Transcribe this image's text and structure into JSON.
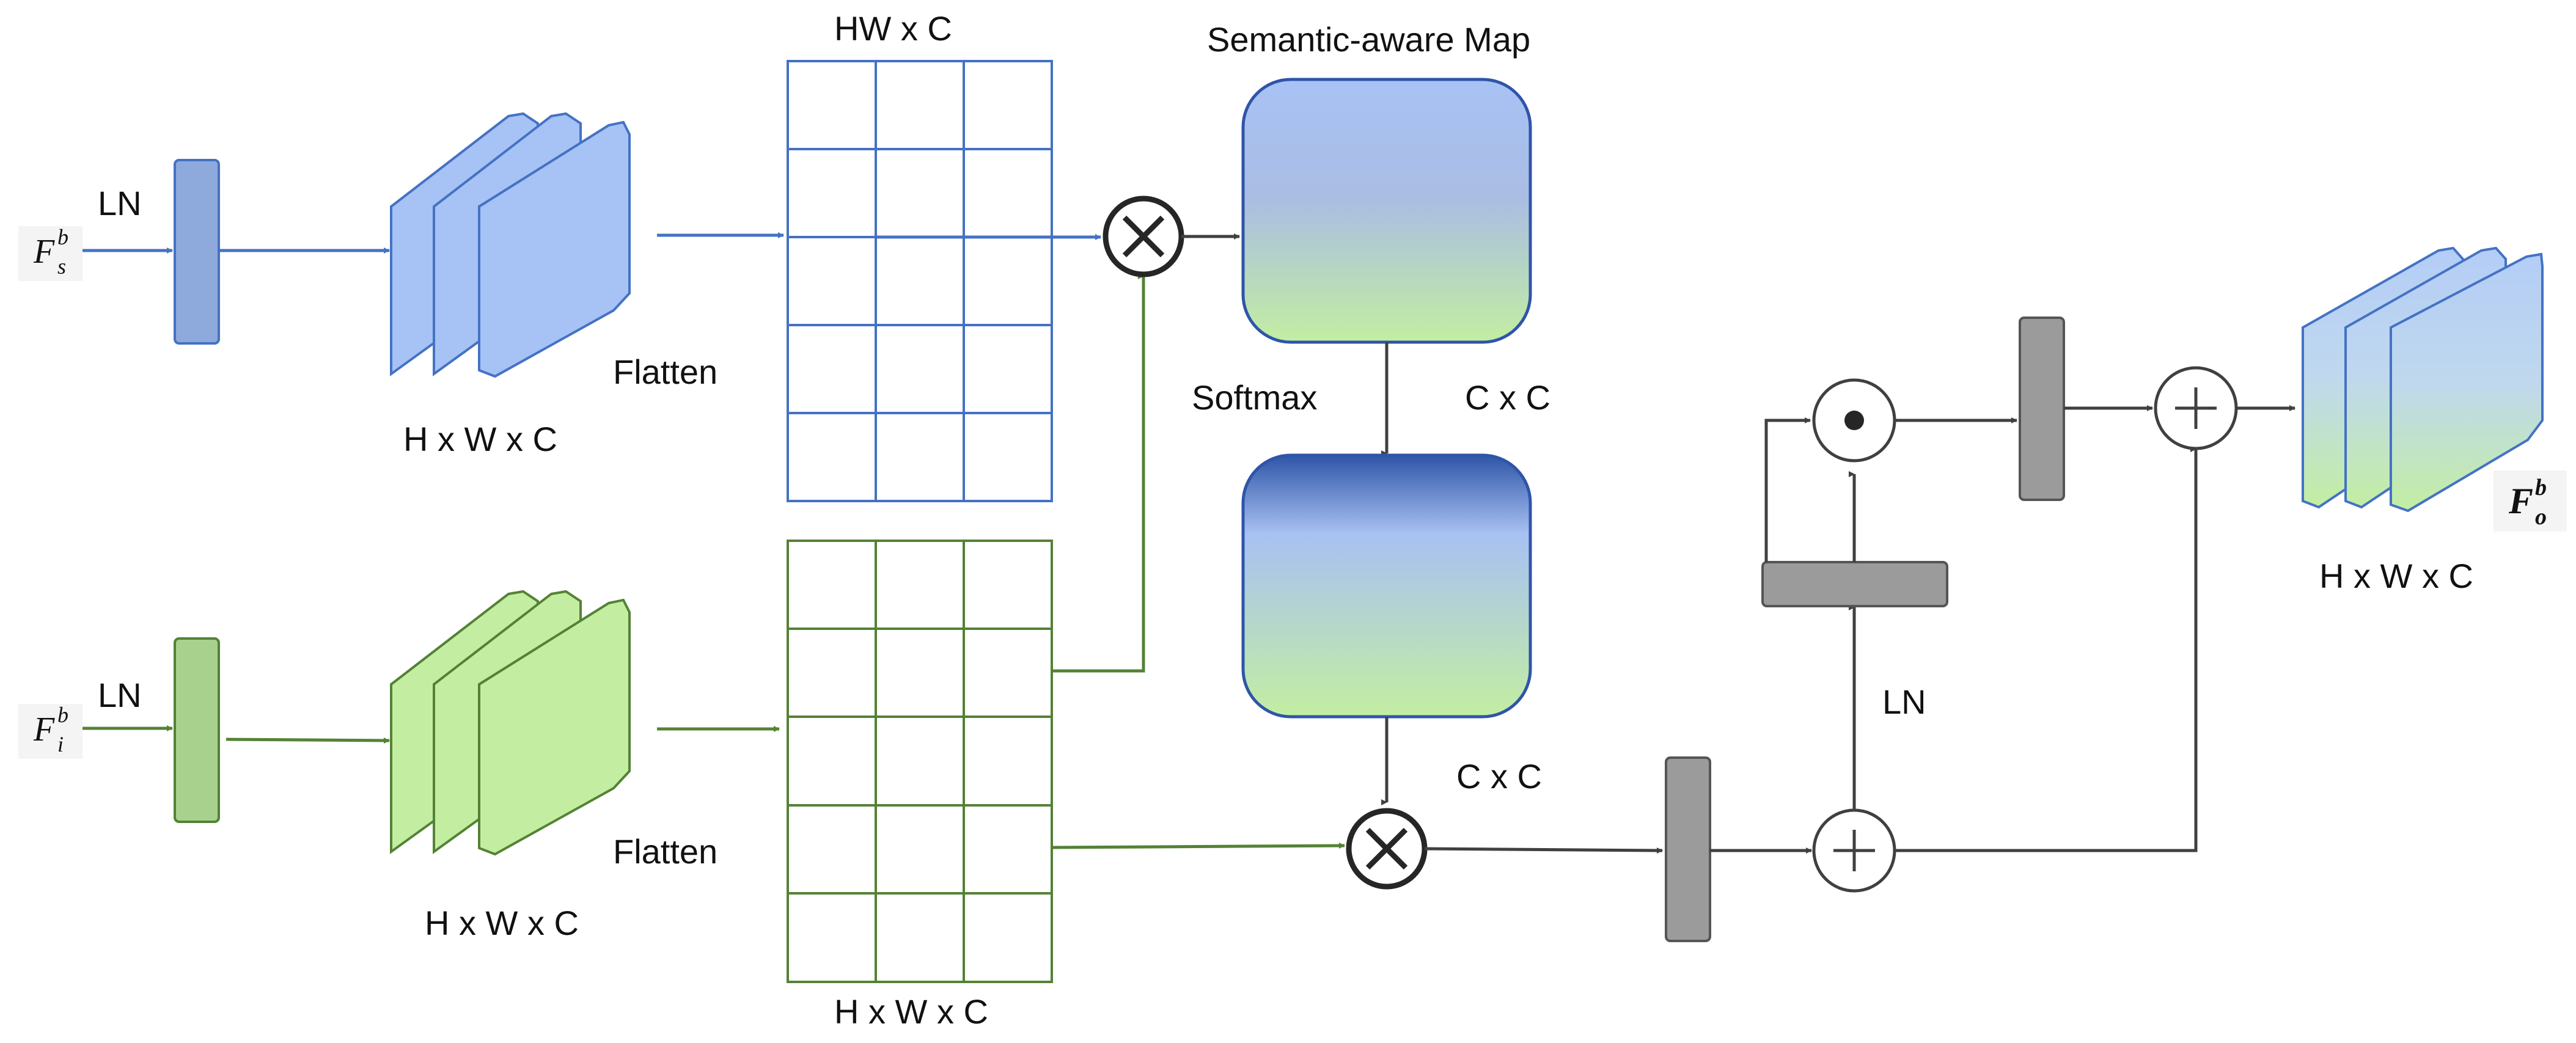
{
  "labels": {
    "ln": "LN",
    "flatten": "Flatten",
    "hwc": "H x W x C",
    "hw_x_c": "HW x C",
    "semantic_map": "Semantic-aware Map",
    "softmax": "Softmax",
    "cxc": "C x C"
  },
  "inputs": {
    "semantic": {
      "symbol": "F",
      "superscript": "b",
      "subscript": "s"
    },
    "image": {
      "symbol": "F",
      "superscript": "b",
      "subscript": "i"
    },
    "output": {
      "symbol": "F",
      "superscript": "b",
      "subscript": "o"
    }
  },
  "operators": {
    "multiply": "×",
    "add": "+",
    "hadamard": "•"
  },
  "colors": {
    "semantic_stroke": "#4472c4",
    "semantic_fill": "#a7c2f5",
    "image_stroke": "#548235",
    "image_fill": "#c3eea2",
    "gray_fill": "#9b9b9b",
    "gray_stroke": "#555555",
    "arrow": "#404040"
  }
}
